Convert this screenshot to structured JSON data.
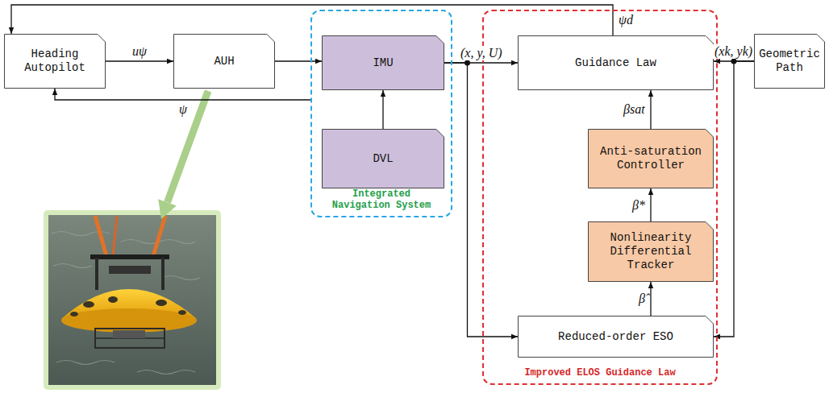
{
  "diagram": {
    "nodes": [
      {
        "text": [
          "Heading Autopilot"
        ]
      },
      {
        "text": [
          "AUH"
        ]
      },
      {
        "text": [
          "Integrated Navigation System"
        ]
      },
      {
        "text": [
          "IMU"
        ],
        "in": 2
      },
      {
        "text": [
          "DVL"
        ],
        "in": 2
      },
      {
        "text": [
          "Improved ELOS Guidance Law"
        ]
      },
      {
        "text": [
          "Guidance Law"
        ],
        "in": 5
      },
      {
        "text": [
          "Anti-saturation Controller"
        ],
        "in": 5
      },
      {
        "text": [
          "Nonlinearity Differential Tracker"
        ],
        "in": 5
      },
      {
        "text": [
          "Reduced-order ESO"
        ],
        "in": 5
      },
      {
        "text": [
          "Geometric Path"
        ]
      }
    ],
    "edges": [
      {
        "from": 0,
        "to": 1,
        "label": "uψ",
        "arrow": "to"
      },
      {
        "from": 1,
        "to": 3,
        "arrow": "to"
      },
      {
        "from": 4,
        "to": 3,
        "arrow": "to"
      },
      {
        "from": 2,
        "to": 0,
        "label": "ψ",
        "arrow": "to"
      },
      {
        "from": 3,
        "to": 6,
        "label": "(x, y, U)",
        "arrow": "to"
      },
      {
        "from": 3,
        "to": 9,
        "arrow": "to"
      },
      {
        "from": 10,
        "to": 6,
        "label": "(xk, yk)",
        "arrow": "to"
      },
      {
        "from": 10,
        "to": 9,
        "arrow": "to"
      },
      {
        "from": 6,
        "to": 0,
        "label": "ψd",
        "arrow": "to"
      },
      {
        "from": 9,
        "to": 8,
        "label": "β̂",
        "arrow": "to"
      },
      {
        "from": 8,
        "to": 7,
        "label": "β*",
        "arrow": "to"
      },
      {
        "from": 7,
        "to": 6,
        "label": "βsat",
        "arrow": "to"
      }
    ]
  }
}
